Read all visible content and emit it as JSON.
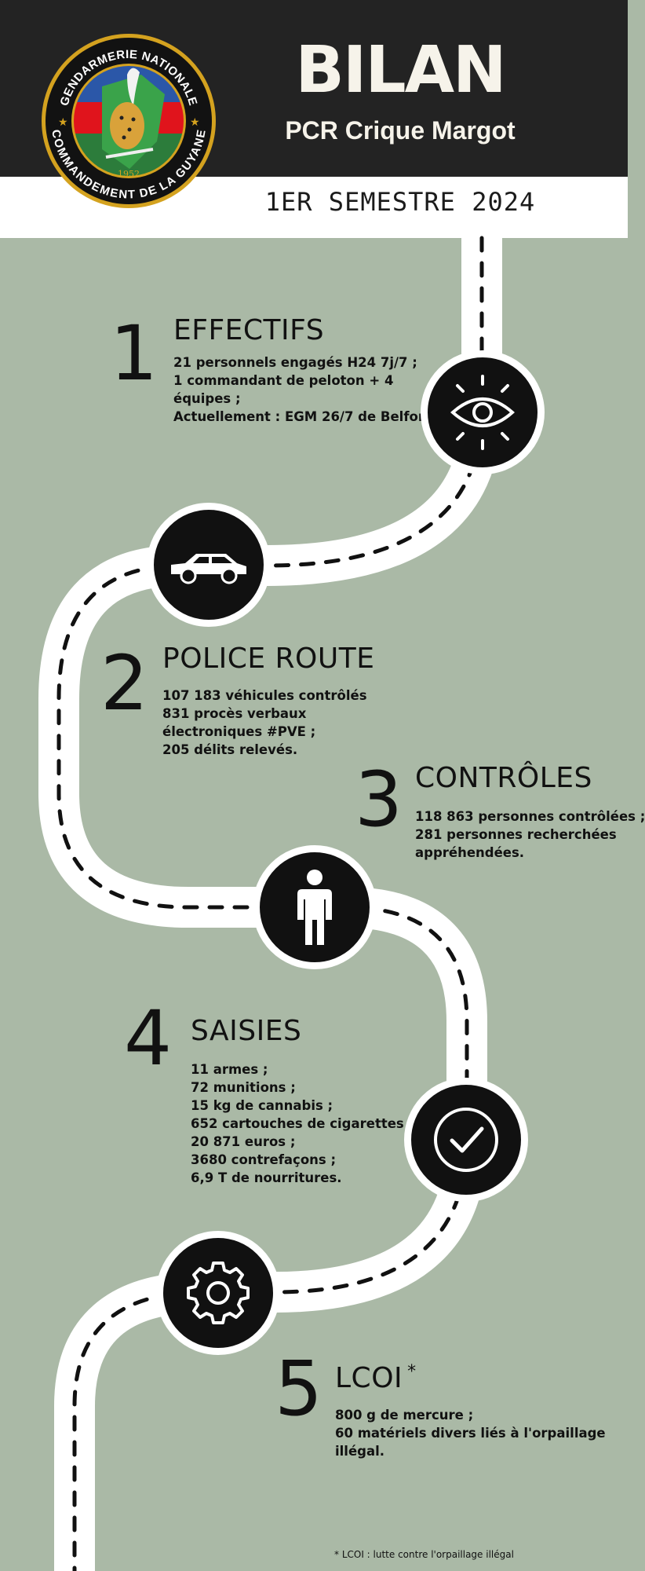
{
  "header": {
    "title": "BILAN",
    "subtitle": "PCR Crique Margot",
    "semester": "1ER SEMESTRE 2024"
  },
  "logo": {
    "top_text": "GENDARMERIE NATIONALE",
    "bottom_text": "COMMANDEMENT DE LA GUYANE",
    "year": "1952"
  },
  "sections": [
    {
      "number": "1",
      "title": "EFFECTIFS",
      "icon": "eye-icon",
      "lines": [
        "21 personnels engagés H24 7j/7 ;",
        "1 commandant de peloton + 4",
        "équipes ;",
        "Actuellement : EGM 26/7 de Belfort."
      ]
    },
    {
      "number": "2",
      "title": "POLICE ROUTE",
      "icon": "car-icon",
      "lines": [
        "107 183 véhicules contrôlés",
        "831 procès verbaux",
        "électroniques #PVE ;",
        "205 délits relevés."
      ]
    },
    {
      "number": "3",
      "title": "CONTRÔLES",
      "icon": "person-icon",
      "lines": [
        "118 863 personnes contrôlées ;",
        "281 personnes recherchées",
        "appréhendées."
      ]
    },
    {
      "number": "4",
      "title": "SAISIES",
      "icon": "checkmark-icon",
      "lines": [
        "11 armes ;",
        "72 munitions ;",
        "15 kg de cannabis ;",
        "652 cartouches de cigarettes ;",
        "20 871 euros ;",
        "3680 contrefaçons ;",
        "6,9 T de nourritures."
      ]
    },
    {
      "number": "5",
      "title": "LCOI",
      "title_mark": "*",
      "icon": "gear-icon",
      "lines": [
        "800 g de mercure ;",
        "60 matériels divers liés à l'orpaillage",
        "illégal."
      ]
    }
  ],
  "footnote": "* LCOI : lutte contre l'orpaillage illégal",
  "colors": {
    "background": "#aab9a6",
    "header": "#232323",
    "road": "#ffffff",
    "icon_circle": "#111111"
  }
}
